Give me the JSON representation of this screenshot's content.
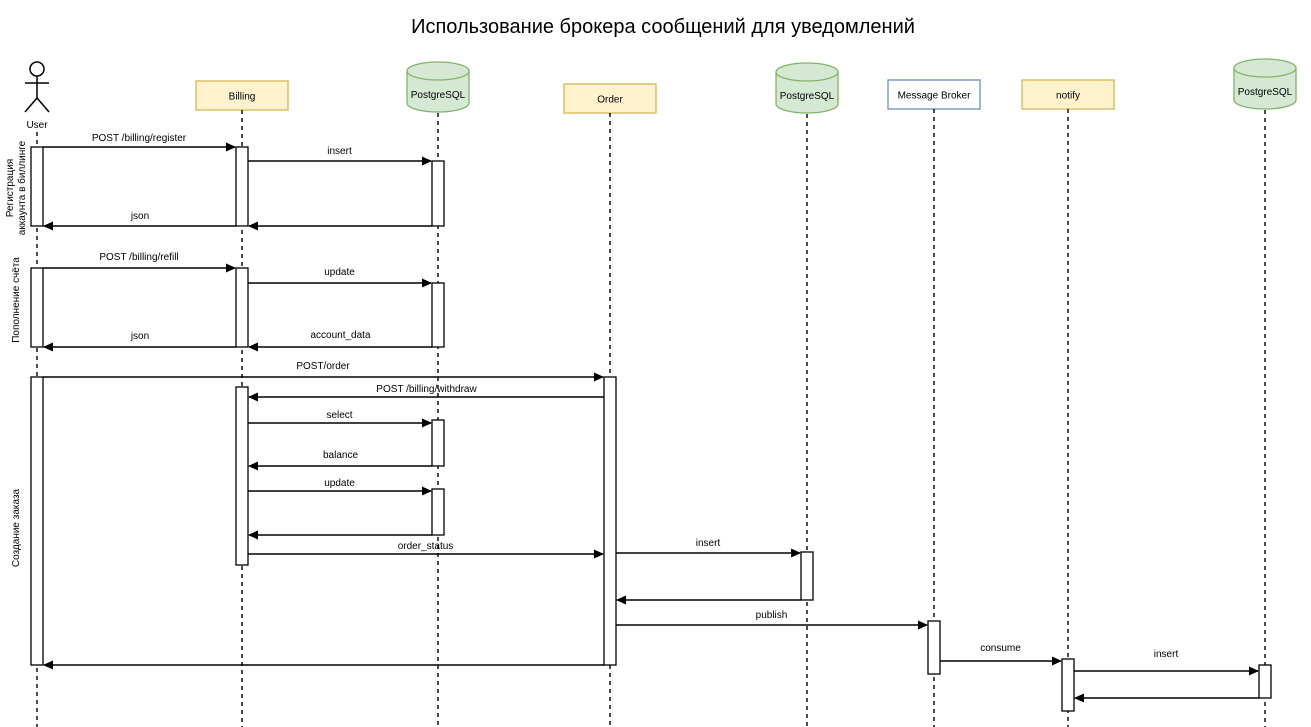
{
  "title": "Использование брокера сообщений для уведомлений",
  "participants": [
    {
      "id": "user",
      "label": "User",
      "kind": "actor"
    },
    {
      "id": "billing",
      "label": "Billing",
      "kind": "box",
      "fill": "#fff2cc",
      "stroke": "#d6b656"
    },
    {
      "id": "pg1",
      "label": "PostgreSQL",
      "kind": "database",
      "fill": "#d5e8d4",
      "stroke": "#82b366"
    },
    {
      "id": "order",
      "label": "Order",
      "kind": "box",
      "fill": "#fff2cc",
      "stroke": "#d6b656"
    },
    {
      "id": "pg2",
      "label": "PostgreSQL",
      "kind": "database",
      "fill": "#d5e8d4",
      "stroke": "#82b366"
    },
    {
      "id": "broker",
      "label": "Message Broker",
      "kind": "box",
      "fill": "#ffffff",
      "stroke": "#6c8ebf"
    },
    {
      "id": "notify",
      "label": "notify",
      "kind": "box",
      "fill": "#fff2cc",
      "stroke": "#d6b656"
    },
    {
      "id": "pg3",
      "label": "PostgreSQL",
      "kind": "database",
      "fill": "#d5e8d4",
      "stroke": "#82b366"
    }
  ],
  "sections": [
    {
      "label_lines": [
        "Регистрация",
        "аккаунта в биллинге"
      ]
    },
    {
      "label_lines": [
        "Пополнение счёта"
      ]
    },
    {
      "label_lines": [
        "Создание заказа"
      ]
    }
  ],
  "messages": [
    {
      "from": "user",
      "to": "billing",
      "label": "POST /billing/register"
    },
    {
      "from": "billing",
      "to": "pg1",
      "label": "insert"
    },
    {
      "from": "pg1",
      "to": "billing",
      "label": ""
    },
    {
      "from": "billing",
      "to": "user",
      "label": "json"
    },
    {
      "from": "user",
      "to": "billing",
      "label": "POST /billing/refill"
    },
    {
      "from": "billing",
      "to": "pg1",
      "label": "update"
    },
    {
      "from": "pg1",
      "to": "billing",
      "label": "account_data"
    },
    {
      "from": "billing",
      "to": "user",
      "label": "json"
    },
    {
      "from": "user",
      "to": "order",
      "label": "POST/order"
    },
    {
      "from": "order",
      "to": "billing",
      "label": "POST /billing/withdraw"
    },
    {
      "from": "billing",
      "to": "pg1",
      "label": "select"
    },
    {
      "from": "pg1",
      "to": "billing",
      "label": "balance"
    },
    {
      "from": "billing",
      "to": "pg1",
      "label": "update"
    },
    {
      "from": "pg1",
      "to": "billing",
      "label": ""
    },
    {
      "from": "billing",
      "to": "order",
      "label": "order_status"
    },
    {
      "from": "order",
      "to": "pg2",
      "label": "insert"
    },
    {
      "from": "pg2",
      "to": "order",
      "label": ""
    },
    {
      "from": "order",
      "to": "broker",
      "label": "publish"
    },
    {
      "from": "order",
      "to": "user",
      "label": ""
    },
    {
      "from": "broker",
      "to": "notify",
      "label": "consume"
    },
    {
      "from": "notify",
      "to": "pg3",
      "label": "insert"
    },
    {
      "from": "pg3",
      "to": "notify",
      "label": ""
    }
  ]
}
